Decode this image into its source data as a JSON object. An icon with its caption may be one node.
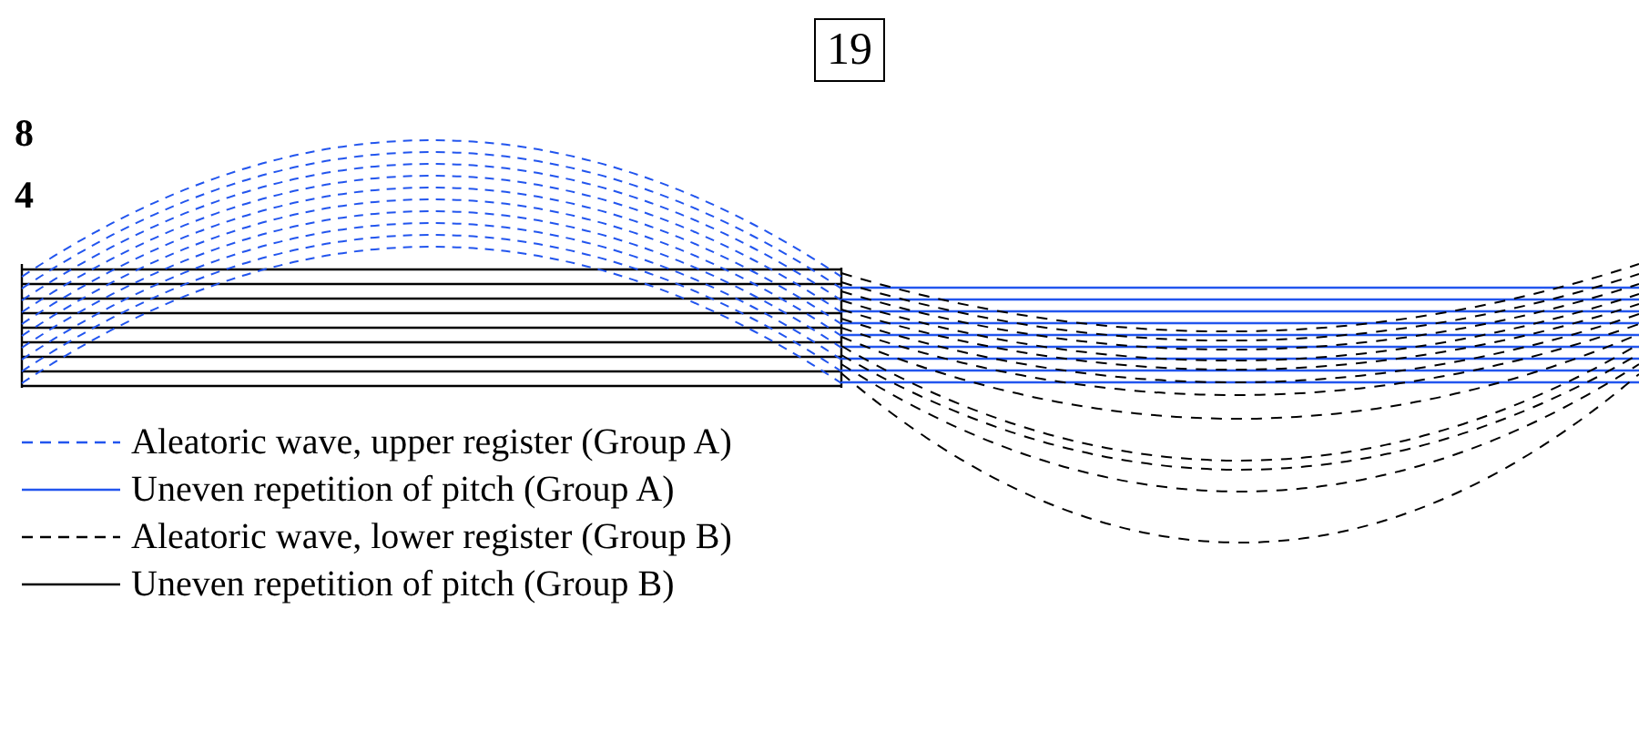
{
  "diagram": {
    "labels": [
      "19",
      "8",
      "4"
    ],
    "legend": [
      {
        "text": "Aleatoric wave, upper register (Group A)"
      },
      {
        "text": "Uneven repetition of pitch (Group A)"
      },
      {
        "text": "Aleatoric wave, lower register (Group B)"
      },
      {
        "text": "Uneven repetition of pitch (Group B)"
      }
    ]
  }
}
